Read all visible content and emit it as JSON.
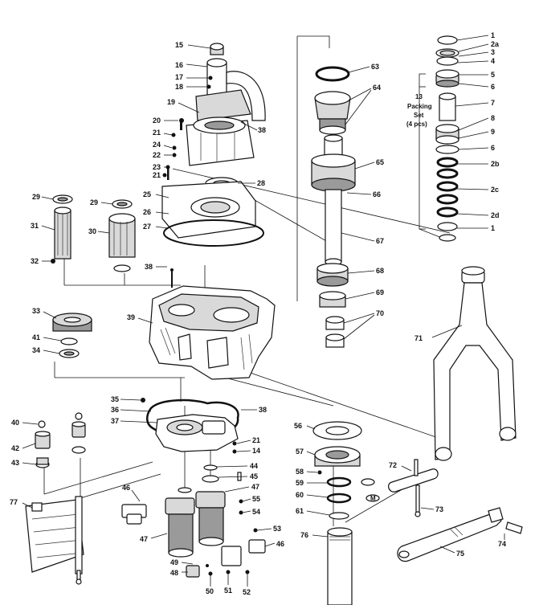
{
  "labels": {
    "l1": "1",
    "l2a": "2a",
    "l3": "3",
    "l4": "4",
    "l5": "5",
    "l6": "6",
    "l7": "7",
    "l13": "13",
    "packing1": "Packing",
    "packing2": "Set",
    "packing3": "(4 pcs)",
    "l8": "8",
    "l9": "9",
    "l6b": "6",
    "l2b": "2b",
    "l2c": "2c",
    "l2d": "2d",
    "l1b": "1",
    "l63": "63",
    "l64": "64",
    "l65": "65",
    "l66": "66",
    "l67": "67",
    "l68": "68",
    "l69": "69",
    "l70": "70",
    "l71": "71",
    "l15": "15",
    "l16": "16",
    "l17": "17",
    "l18": "18",
    "l19": "19",
    "l38a": "38",
    "l20": "20",
    "l21": "21",
    "l24": "24",
    "l22": "22",
    "l23": "23",
    "l21b": "21",
    "l28": "28",
    "l25": "25",
    "l26": "26",
    "l27": "27",
    "l29": "29",
    "l29b": "29",
    "l31": "31",
    "l30": "30",
    "l32": "32",
    "l38b": "38",
    "l33": "33",
    "l41": "41",
    "l34": "34",
    "l39": "39",
    "l35": "35",
    "l36": "36",
    "l37": "37",
    "l38c": "38",
    "l21c": "21",
    "l14": "14",
    "l40": "40",
    "l42": "42",
    "l43": "43",
    "l44": "44",
    "l45": "45",
    "l47": "47",
    "l55": "55",
    "l54": "54",
    "l46": "46",
    "l47b": "47",
    "l53": "53",
    "l46b": "46",
    "l49": "49",
    "l48": "48",
    "l50": "50",
    "l51": "51",
    "l52": "52",
    "l77": "77",
    "l56": "56",
    "l57": "57",
    "l58": "58",
    "l59": "59",
    "l60": "60",
    "l61": "61",
    "l76": "76",
    "l72": "72",
    "l73": "73",
    "l74": "74",
    "l75": "75",
    "cM": "M"
  }
}
